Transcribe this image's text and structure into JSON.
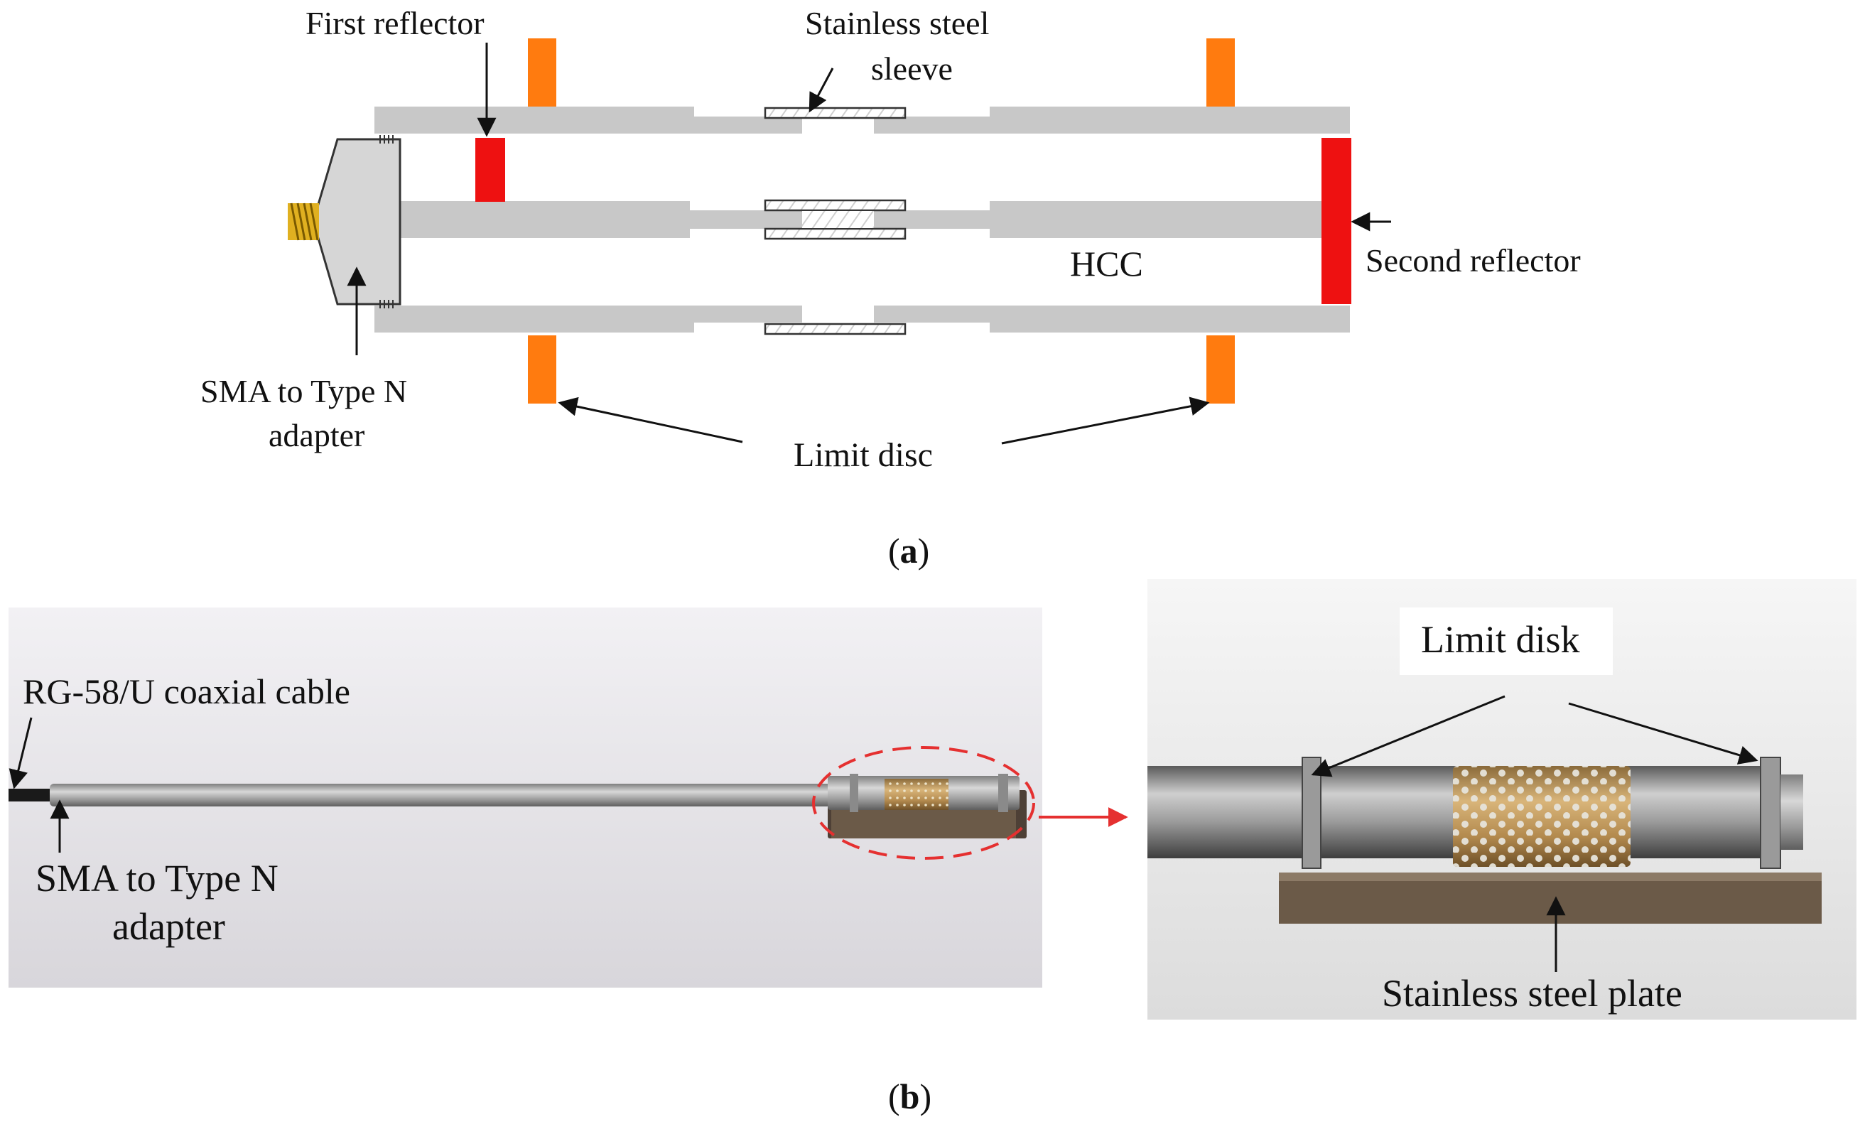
{
  "panel_a": {
    "caption_open": "(",
    "caption_letter": "a",
    "caption_close": ")",
    "labels": {
      "first_reflector": "First reflector",
      "stainless_sleeve_line1": "Stainless steel",
      "stainless_sleeve_line2": "sleeve",
      "hcc": "HCC",
      "second_reflector": "Second reflector",
      "sma_line1": "SMA to Type N",
      "sma_line2": "adapter",
      "limit_disc": "Limit disc"
    },
    "colors": {
      "tube": "#c8c8c8",
      "reflector": "#ee1111",
      "limit_disc": "#ff7b0f",
      "adapter": "#d6d6d6",
      "connector": "#e0b020",
      "sleeve": "#ffffff"
    }
  },
  "panel_b": {
    "caption_open": "(",
    "caption_letter": "b",
    "caption_close": ")",
    "left_photo": {
      "label_cable": "RG-58/U coaxial cable",
      "label_sma_line1": "SMA to Type N",
      "label_sma_line2": "adapter"
    },
    "right_photo": {
      "label_limit_disk": "Limit disk",
      "label_plate": "Stainless steel plate"
    },
    "colors": {
      "highlight": "#e53030",
      "brass": "#c29a5c",
      "plate": "#6b5a48",
      "rod": "#a8a8a8"
    }
  }
}
